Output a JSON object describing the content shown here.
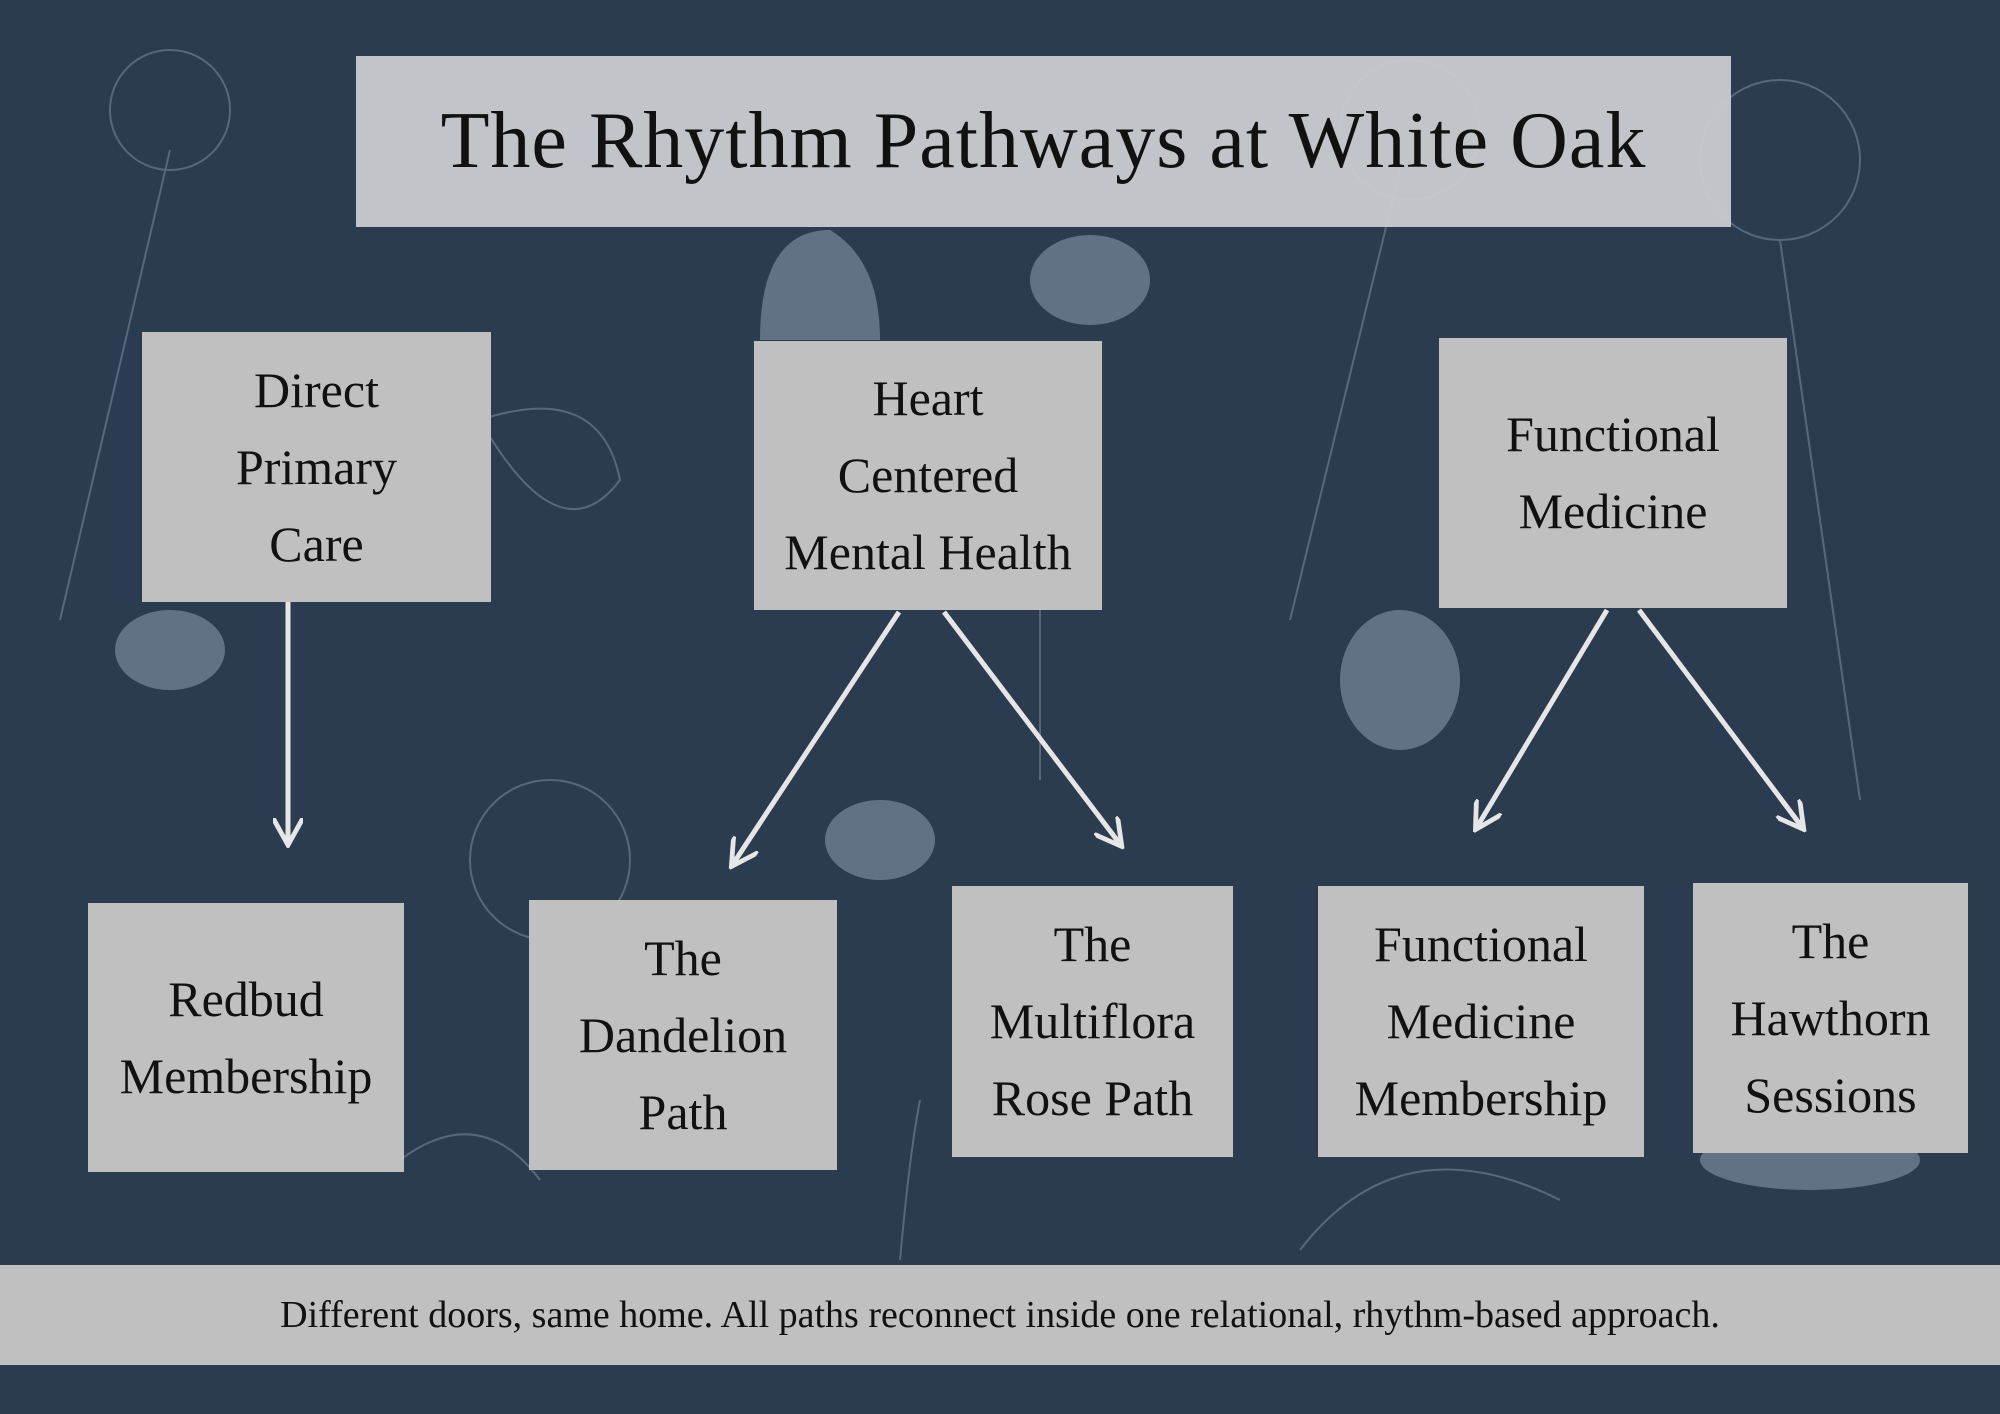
{
  "title": "The Rhythm Pathways at White Oak",
  "pathways": [
    {
      "label": "Direct\nPrimary\nCare",
      "children": [
        {
          "label": "Redbud\nMembership"
        }
      ]
    },
    {
      "label": "Heart\nCentered\nMental Health",
      "children": [
        {
          "label": "The\nDandelion\nPath"
        },
        {
          "label": "The\nMultiflora\nRose Path"
        }
      ]
    },
    {
      "label": "Functional\nMedicine",
      "children": [
        {
          "label": "Functional\nMedicine\nMembership"
        },
        {
          "label": "The\nHawthorn\nSessions"
        }
      ]
    }
  ],
  "footer": "Different doors, same home. All paths reconnect inside one relational, rhythm-based approach.",
  "colors": {
    "background": "#2c3c50",
    "box": "#c0c0c0",
    "arrow": "#e6e6e6"
  }
}
